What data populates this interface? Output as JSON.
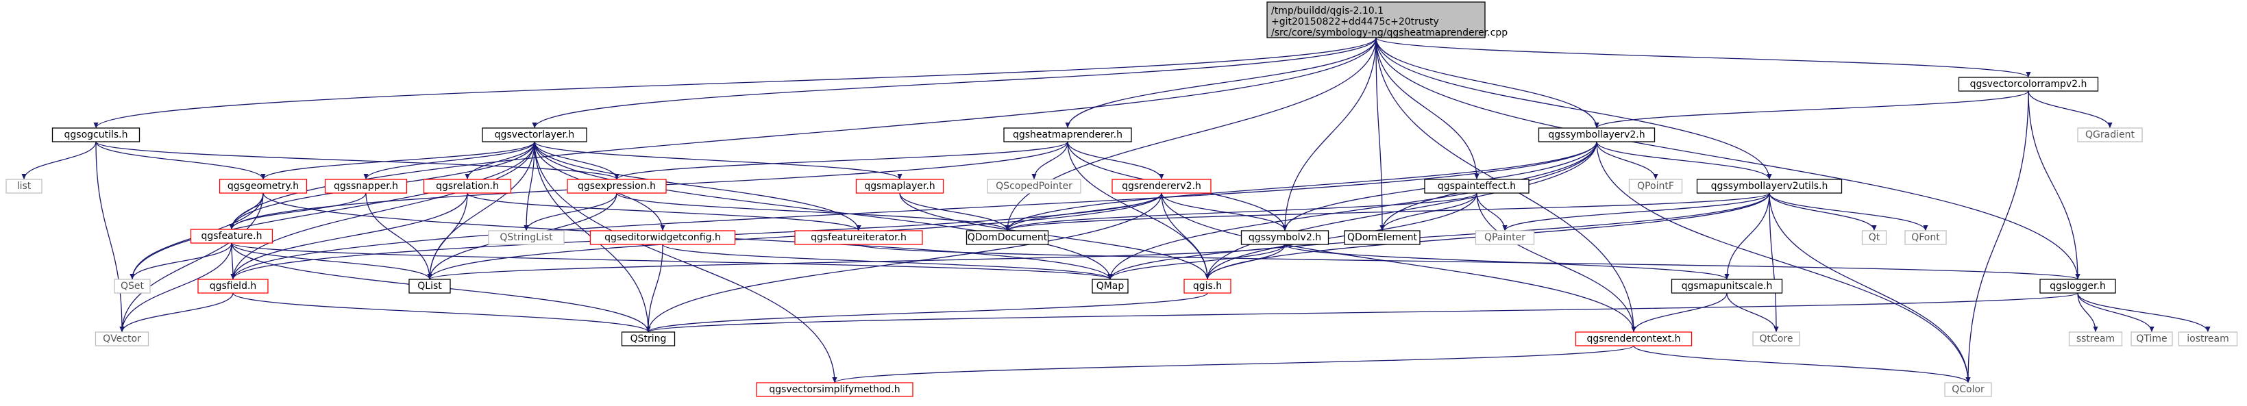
{
  "root": {
    "lines": [
      "/tmp/buildd/qgis-2.10.1",
      "+git20150822+dd4475c+20trusty",
      "/src/core/symbology-ng/qgsheatmaprenderer.cpp"
    ]
  },
  "nodes": [
    {
      "id": "qgsogcutils",
      "label": "qgsogcutils.h",
      "kind": "normal"
    },
    {
      "id": "qgsvectorlayer",
      "label": "qgsvectorlayer.h",
      "kind": "normal"
    },
    {
      "id": "qgsheatmaprenderer",
      "label": "qgsheatmaprenderer.h",
      "kind": "normal"
    },
    {
      "id": "qgssymbollayerv2",
      "label": "qgssymbollayerv2.h",
      "kind": "normal"
    },
    {
      "id": "qgsvectorcolorrampv2",
      "label": "qgsvectorcolorrampv2.h",
      "kind": "normal"
    },
    {
      "id": "list",
      "label": "list",
      "kind": "external"
    },
    {
      "id": "qgsgeometry",
      "label": "qgsgeometry.h",
      "kind": "red"
    },
    {
      "id": "qgssnapper",
      "label": "qgssnapper.h",
      "kind": "red"
    },
    {
      "id": "qgsrelation",
      "label": "qgsrelation.h",
      "kind": "red"
    },
    {
      "id": "qgsexpression",
      "label": "qgsexpression.h",
      "kind": "red"
    },
    {
      "id": "qgsmaplayer",
      "label": "qgsmaplayer.h",
      "kind": "red"
    },
    {
      "id": "qscopedpointer",
      "label": "QScopedPointer",
      "kind": "external"
    },
    {
      "id": "qgsrendererv2",
      "label": "qgsrendererv2.h",
      "kind": "red"
    },
    {
      "id": "qgspainteffect",
      "label": "qgspainteffect.h",
      "kind": "normal"
    },
    {
      "id": "qpointf",
      "label": "QPointF",
      "kind": "external"
    },
    {
      "id": "qgssymbollayerv2utils",
      "label": "qgssymbollayerv2utils.h",
      "kind": "normal"
    },
    {
      "id": "qgradient",
      "label": "QGradient",
      "kind": "external"
    },
    {
      "id": "qgsfeature",
      "label": "qgsfeature.h",
      "kind": "red"
    },
    {
      "id": "qstringlist",
      "label": "QStringList",
      "kind": "external"
    },
    {
      "id": "qgseditorwidgetconfig",
      "label": "qgseditorwidgetconfig.h",
      "kind": "red"
    },
    {
      "id": "qdomdocument",
      "label": "QDomDocument",
      "kind": "normal"
    },
    {
      "id": "qgsfeatureiterator",
      "label": "qgsfeatureiterator.h",
      "kind": "red"
    },
    {
      "id": "qgssymbolv2",
      "label": "qgssymbolv2.h",
      "kind": "normal"
    },
    {
      "id": "qdomelement",
      "label": "QDomElement",
      "kind": "normal"
    },
    {
      "id": "qpainter",
      "label": "QPainter",
      "kind": "external"
    },
    {
      "id": "qt",
      "label": "Qt",
      "kind": "external"
    },
    {
      "id": "qfont",
      "label": "QFont",
      "kind": "external"
    },
    {
      "id": "qset",
      "label": "QSet",
      "kind": "external"
    },
    {
      "id": "qgsfield",
      "label": "qgsfield.h",
      "kind": "red"
    },
    {
      "id": "qlist",
      "label": "QList",
      "kind": "normal"
    },
    {
      "id": "qmap",
      "label": "QMap",
      "kind": "normal"
    },
    {
      "id": "qgis",
      "label": "qgis.h",
      "kind": "red"
    },
    {
      "id": "qgsmapunitscale",
      "label": "qgsmapunitscale.h",
      "kind": "normal"
    },
    {
      "id": "qgslogger",
      "label": "qgslogger.h",
      "kind": "normal"
    },
    {
      "id": "qvector",
      "label": "QVector",
      "kind": "external"
    },
    {
      "id": "qstring",
      "label": "QString",
      "kind": "normal"
    },
    {
      "id": "qgsrendercontext",
      "label": "qgsrendercontext.h",
      "kind": "red"
    },
    {
      "id": "qtcore",
      "label": "QtCore",
      "kind": "external"
    },
    {
      "id": "sstream",
      "label": "sstream",
      "kind": "external"
    },
    {
      "id": "qtime",
      "label": "QTime",
      "kind": "external"
    },
    {
      "id": "iostream",
      "label": "iostream",
      "kind": "external"
    },
    {
      "id": "qgsvectorsimplifymethod",
      "label": "qgsvectorsimplifymethod.h",
      "kind": "red"
    },
    {
      "id": "qcolor",
      "label": "QColor",
      "kind": "external"
    }
  ],
  "edges": [
    [
      "root",
      "qgsogcutils"
    ],
    [
      "root",
      "qgsvectorlayer"
    ],
    [
      "root",
      "qgsheatmaprenderer"
    ],
    [
      "root",
      "qgssymbollayerv2"
    ],
    [
      "root",
      "qgsvectorcolorrampv2"
    ],
    [
      "root",
      "qgsfeature"
    ],
    [
      "root",
      "qdomdocument"
    ],
    [
      "root",
      "qdomelement"
    ],
    [
      "root",
      "qgspainteffect"
    ],
    [
      "root",
      "qgssymbolv2"
    ],
    [
      "root",
      "qgssymbollayerv2utils"
    ],
    [
      "root",
      "qgsrendercontext"
    ],
    [
      "root",
      "qgslogger"
    ],
    [
      "qgsogcutils",
      "list"
    ],
    [
      "qgsogcutils",
      "qgsgeometry"
    ],
    [
      "qgsogcutils",
      "qgsexpression"
    ],
    [
      "qgsogcutils",
      "qvector"
    ],
    [
      "qgsvectorlayer",
      "qgsgeometry"
    ],
    [
      "qgsvectorlayer",
      "qgssnapper"
    ],
    [
      "qgsvectorlayer",
      "qgsrelation"
    ],
    [
      "qgsvectorlayer",
      "qgsexpression"
    ],
    [
      "qgsvectorlayer",
      "qgsmaplayer"
    ],
    [
      "qgsvectorlayer",
      "qgseditorwidgetconfig"
    ],
    [
      "qgsvectorlayer",
      "qgsfeatureiterator"
    ],
    [
      "qgsvectorlayer",
      "qstringlist"
    ],
    [
      "qgsvectorlayer",
      "qgsfeature"
    ],
    [
      "qgsvectorlayer",
      "qlist"
    ],
    [
      "qgsvectorlayer",
      "qset"
    ],
    [
      "qgsvectorlayer",
      "qmap"
    ],
    [
      "qgsvectorlayer",
      "qstring"
    ],
    [
      "qgsvectorlayer",
      "qgsvectorsimplifymethod"
    ],
    [
      "qgsvectorlayer",
      "qgsfield"
    ],
    [
      "qgsheatmaprenderer",
      "qgsrendererv2"
    ],
    [
      "qgsheatmaprenderer",
      "qscopedpointer"
    ],
    [
      "qgsheatmaprenderer",
      "qgssymbolv2"
    ],
    [
      "qgsheatmaprenderer",
      "qgsexpression"
    ],
    [
      "qgsheatmaprenderer",
      "qgsfeature"
    ],
    [
      "qgsheatmaprenderer",
      "qgis"
    ],
    [
      "qgssymbollayerv2",
      "qgssymbollayerv2utils"
    ],
    [
      "qgssymbollayerv2",
      "qpointf"
    ],
    [
      "qgssymbollayerv2",
      "qdomelement"
    ],
    [
      "qgssymbollayerv2",
      "qgssymbolv2"
    ],
    [
      "qgssymbollayerv2",
      "qcolor"
    ],
    [
      "qgssymbollayerv2",
      "qmap"
    ],
    [
      "qgssymbollayerv2",
      "qdomdocument"
    ],
    [
      "qgssymbollayerv2",
      "qgis"
    ],
    [
      "qgssymbollayerv2",
      "qgsfield"
    ],
    [
      "qgsvectorcolorrampv2",
      "qgssymbollayerv2"
    ],
    [
      "qgsvectorcolorrampv2",
      "qgradient"
    ],
    [
      "qgsvectorcolorrampv2",
      "qgslogger"
    ],
    [
      "qgsvectorcolorrampv2",
      "qcolor"
    ],
    [
      "qgsgeometry",
      "qgsfeature"
    ],
    [
      "qgsgeometry",
      "qset"
    ],
    [
      "qgsgeometry",
      "qvector"
    ],
    [
      "qgsgeometry",
      "qmap"
    ],
    [
      "qgssnapper",
      "qgsfeature"
    ],
    [
      "qgssnapper",
      "qlist"
    ],
    [
      "qgsrelation",
      "qgsfield"
    ],
    [
      "qgsrelation",
      "qgsfeatureiterator"
    ],
    [
      "qgsrelation",
      "qlist"
    ],
    [
      "qgsexpression",
      "qstringlist"
    ],
    [
      "qgsexpression",
      "qdomdocument"
    ],
    [
      "qgsexpression",
      "qlist"
    ],
    [
      "qgsmaplayer",
      "qdomdocument"
    ],
    [
      "qgsmaplayer",
      "qgis"
    ],
    [
      "qgsrendererv2",
      "qgis"
    ],
    [
      "qgsrendererv2",
      "qgssymbolv2"
    ],
    [
      "qgsrendererv2",
      "qlist"
    ],
    [
      "qgsrendererv2",
      "qstring"
    ],
    [
      "qgsrendererv2",
      "qdomdocument"
    ],
    [
      "qgsrendererv2",
      "qgsrendercontext"
    ],
    [
      "qgsrendererv2",
      "qgsfield"
    ],
    [
      "qgspainteffect",
      "qpainter"
    ],
    [
      "qgspainteffect",
      "qdomelement"
    ],
    [
      "qgspainteffect",
      "qgsrendercontext"
    ],
    [
      "qgspainteffect",
      "qgis"
    ],
    [
      "qgspainteffect",
      "qdomdocument"
    ],
    [
      "qgssymbollayerv2utils",
      "qgsmapunitscale"
    ],
    [
      "qgssymbollayerv2utils",
      "qt"
    ],
    [
      "qgssymbollayerv2utils",
      "qfont"
    ],
    [
      "qgssymbollayerv2utils",
      "qdomdocument"
    ],
    [
      "qgssymbollayerv2utils",
      "qcolor"
    ],
    [
      "qgssymbollayerv2utils",
      "qmap"
    ],
    [
      "qgssymbollayerv2utils",
      "qpainter"
    ],
    [
      "qgssymbollayerv2utils",
      "qtcore"
    ],
    [
      "qgssymbollayerv2utils",
      "qgis"
    ],
    [
      "qgsfeature",
      "qset"
    ],
    [
      "qgsfeature",
      "qgsfield"
    ],
    [
      "qgsfeature",
      "qlist"
    ],
    [
      "qgsfeature",
      "qvector"
    ],
    [
      "qgsfeature",
      "qstring"
    ],
    [
      "qgsfeature",
      "qmap"
    ],
    [
      "qgseditorwidgetconfig",
      "qstring"
    ],
    [
      "qgseditorwidgetconfig",
      "qmap"
    ],
    [
      "qgsfeatureiterator",
      "qgslogger"
    ],
    [
      "qgssymbolv2",
      "qgis"
    ],
    [
      "qgssymbolv2",
      "qmap"
    ],
    [
      "qgssymbolv2",
      "qgsmapunitscale"
    ],
    [
      "qgssymbolv2",
      "qlist"
    ],
    [
      "qgsfield",
      "qstring"
    ],
    [
      "qgsfield",
      "qvector"
    ],
    [
      "qgis",
      "qstring"
    ],
    [
      "qgsmapunitscale",
      "qgsrendercontext"
    ],
    [
      "qgsmapunitscale",
      "qtcore"
    ],
    [
      "qgslogger",
      "qstring"
    ],
    [
      "qgslogger",
      "sstream"
    ],
    [
      "qgslogger",
      "qtime"
    ],
    [
      "qgslogger",
      "iostream"
    ],
    [
      "qgsrendercontext",
      "qcolor"
    ],
    [
      "qgsrendercontext",
      "qgsvectorsimplifymethod"
    ]
  ]
}
